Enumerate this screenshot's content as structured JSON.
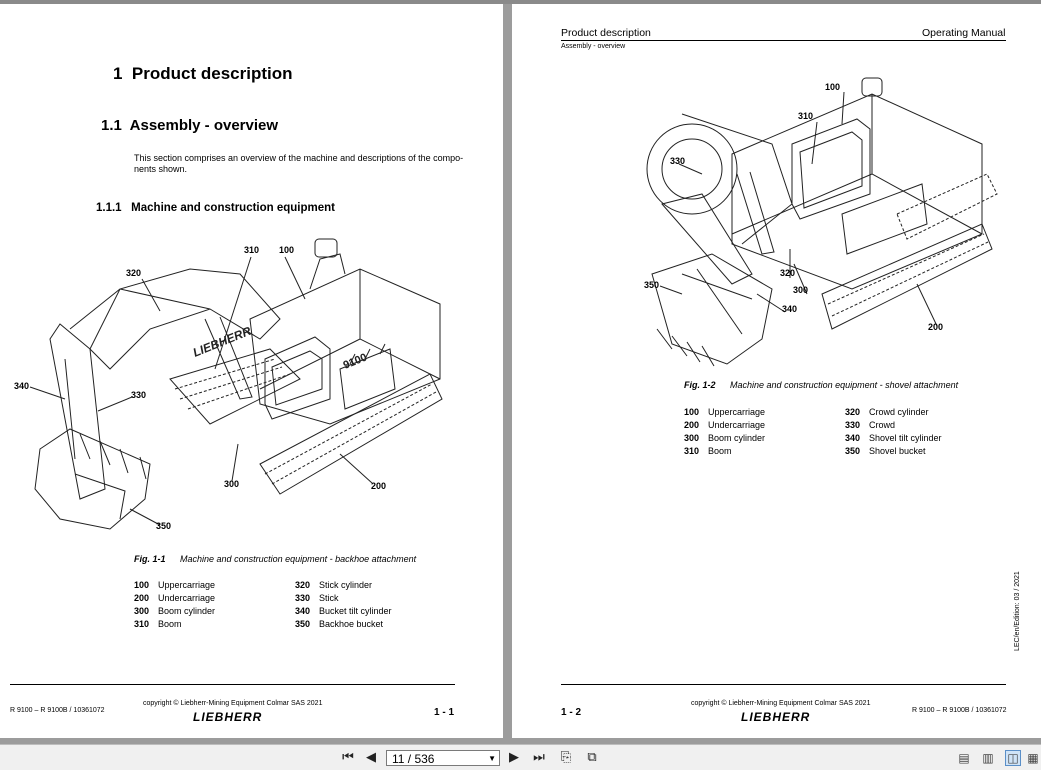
{
  "left_page": {
    "chapter_num": "1",
    "chapter_title": "Product description",
    "section_num": "1.1",
    "section_title": "Assembly - overview",
    "intro_line1": "This section comprises an overview of the machine and descriptions of the compo-",
    "intro_line2": "nents shown.",
    "subsection_num": "1.1.1",
    "subsection_title": "Machine and construction equipment",
    "callouts": [
      "310",
      "100",
      "320",
      "340",
      "330",
      "300",
      "200",
      "350"
    ],
    "fig_label": "Fig. 1-1",
    "fig_caption": "Machine and construction equipment - backhoe attachment",
    "legend": [
      {
        "num": "100",
        "label": "Uppercarriage"
      },
      {
        "num": "200",
        "label": "Undercarriage"
      },
      {
        "num": "300",
        "label": "Boom cylinder"
      },
      {
        "num": "310",
        "label": "Boom"
      },
      {
        "num": "320",
        "label": "Stick cylinder"
      },
      {
        "num": "330",
        "label": "Stick"
      },
      {
        "num": "340",
        "label": "Bucket tilt cylinder"
      },
      {
        "num": "350",
        "label": "Backhoe bucket"
      }
    ],
    "footer_doc": "R 9100 – R 9100B / 10361072",
    "footer_copyright": "copyright © Liebherr-Mining Equipment Colmar SAS 2021",
    "logo": "LIEBHERR",
    "page_number": "1 - 1"
  },
  "right_page": {
    "header_left": "Product description",
    "header_sub": "Assembly - overview",
    "header_right": "Operating Manual",
    "callouts": [
      "100",
      "310",
      "330",
      "320",
      "300",
      "350",
      "340",
      "200"
    ],
    "fig_label": "Fig. 1-2",
    "fig_caption": "Machine and construction equipment - shovel attachment",
    "legend": [
      {
        "num": "100",
        "label": "Uppercarriage"
      },
      {
        "num": "200",
        "label": "Undercarriage"
      },
      {
        "num": "300",
        "label": "Boom cylinder"
      },
      {
        "num": "310",
        "label": "Boom"
      },
      {
        "num": "320",
        "label": "Crowd cylinder"
      },
      {
        "num": "330",
        "label": "Crowd"
      },
      {
        "num": "340",
        "label": "Shovel tilt cylinder"
      },
      {
        "num": "350",
        "label": "Shovel bucket"
      }
    ],
    "side_text": "LEC/en/Edition: 03 / 2021",
    "footer_doc": "R 9100 – R 9100B / 10361072",
    "footer_copyright": "copyright © Liebherr-Mining Equipment Colmar SAS 2021",
    "logo": "LIEBHERR",
    "page_number": "1 - 2"
  },
  "toolbar": {
    "page_indicator": "11 / 536",
    "icons": [
      "first-page-icon",
      "prev-page-icon",
      "next-page-icon",
      "last-page-icon",
      "rotate-icon",
      "fit-icon",
      "single-page-icon",
      "continuous-icon",
      "facing-pages-icon",
      "scroll-mode-icon"
    ]
  }
}
